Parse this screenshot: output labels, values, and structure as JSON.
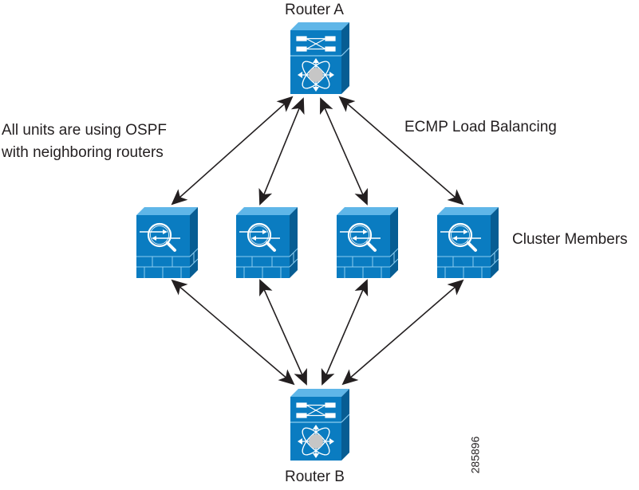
{
  "labels": {
    "router_a": "Router A",
    "router_b": "Router B",
    "ospf_line1": "All units are using OSPF",
    "ospf_line2": "with neighboring routers",
    "ecmp": "ECMP Load Balancing",
    "cluster": "Cluster Members",
    "figure_id": "285896"
  },
  "nodes": [
    {
      "id": "router-a",
      "type": "router",
      "icon": "multilayer-switch-icon"
    },
    {
      "id": "member-1",
      "type": "firewall",
      "icon": "asa-firewall-icon"
    },
    {
      "id": "member-2",
      "type": "firewall",
      "icon": "asa-firewall-icon"
    },
    {
      "id": "member-3",
      "type": "firewall",
      "icon": "asa-firewall-icon"
    },
    {
      "id": "member-4",
      "type": "firewall",
      "icon": "asa-firewall-icon"
    },
    {
      "id": "router-b",
      "type": "router",
      "icon": "multilayer-switch-icon"
    }
  ],
  "links": [
    {
      "from": "router-a",
      "to": "member-1",
      "direction": "bidirectional"
    },
    {
      "from": "router-a",
      "to": "member-2",
      "direction": "bidirectional"
    },
    {
      "from": "router-a",
      "to": "member-3",
      "direction": "bidirectional"
    },
    {
      "from": "router-a",
      "to": "member-4",
      "direction": "bidirectional"
    },
    {
      "from": "router-b",
      "to": "member-1",
      "direction": "bidirectional"
    },
    {
      "from": "router-b",
      "to": "member-2",
      "direction": "bidirectional"
    },
    {
      "from": "router-b",
      "to": "member-3",
      "direction": "bidirectional"
    },
    {
      "from": "router-b",
      "to": "member-4",
      "direction": "bidirectional"
    }
  ],
  "colors": {
    "device_blue": "#0a7cc1",
    "device_dark": "#075d93",
    "device_light": "#5fb6e8",
    "hub_gray": "#c6c6c6",
    "arrow": "#231f20"
  }
}
